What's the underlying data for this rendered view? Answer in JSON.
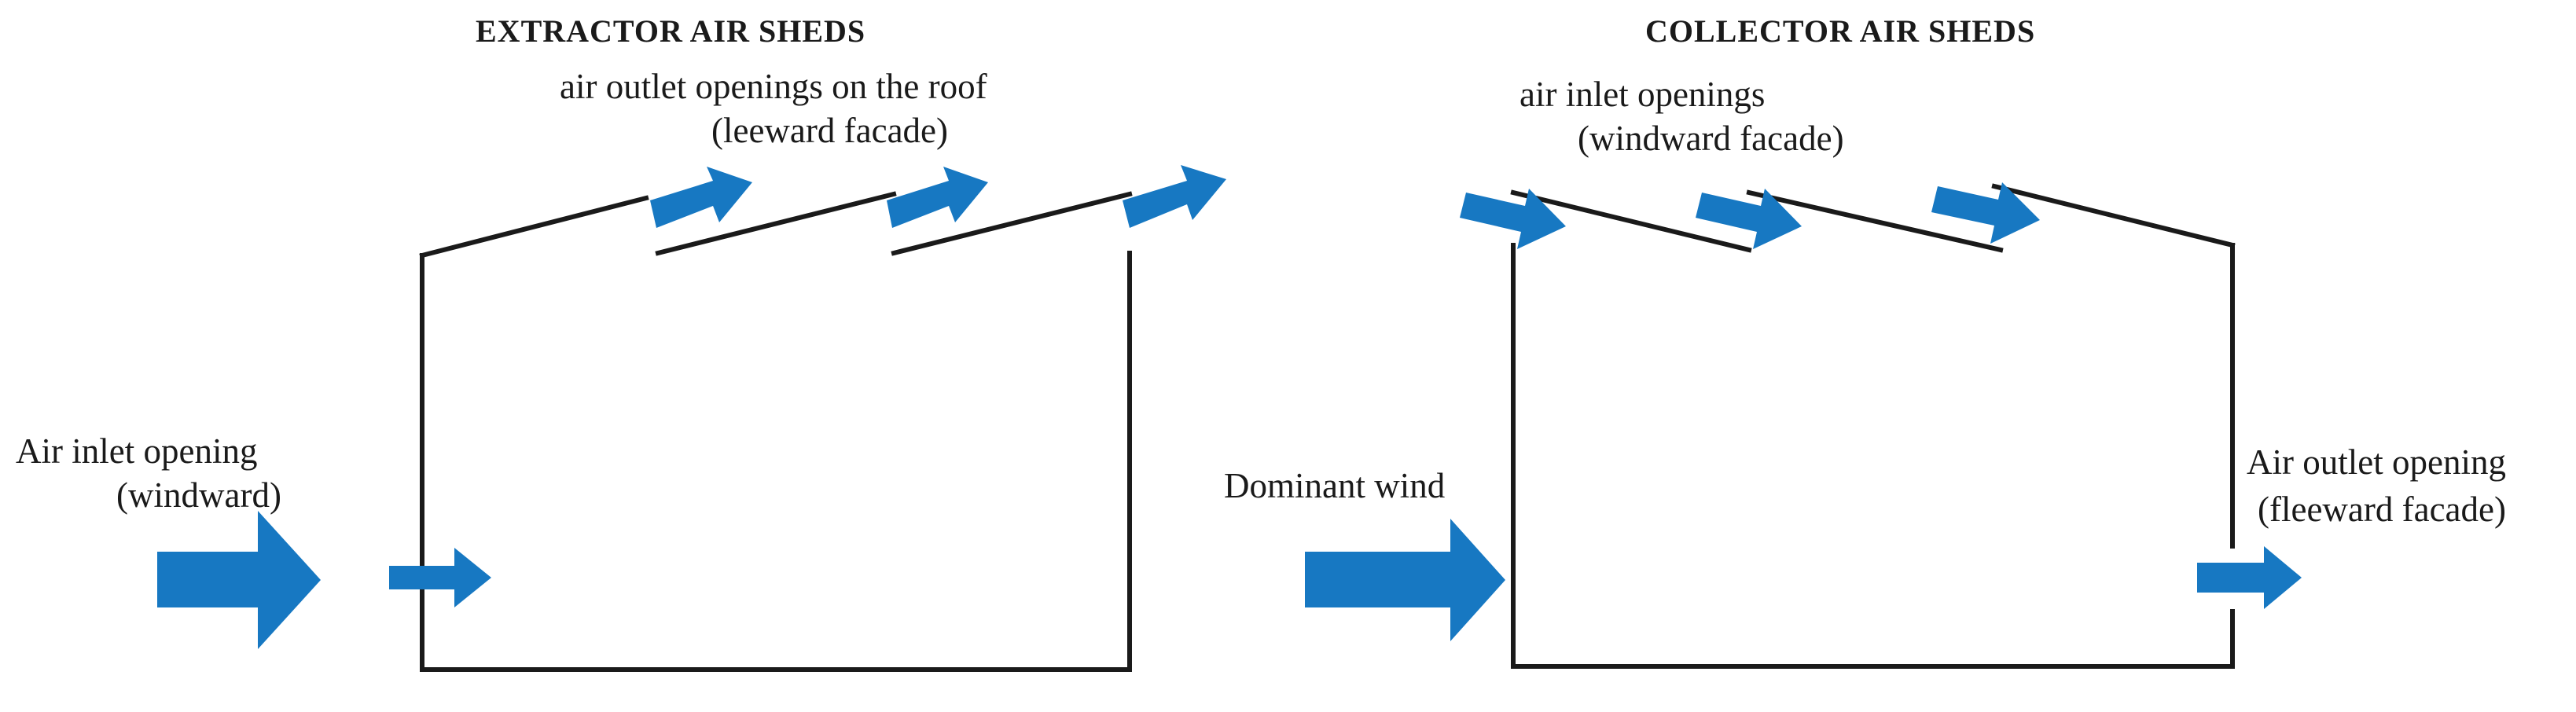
{
  "extractor": {
    "title": "EXTRACTOR AIR SHEDS",
    "roof_label_line1": "air outlet openings on the roof",
    "roof_label_line2": "(leeward facade)",
    "inlet_label_line1": "Air inlet opening",
    "inlet_label_line2": "(windward)"
  },
  "collector": {
    "title": "COLLECTOR AIR SHEDS",
    "roof_label_line1": "air inlet openings",
    "roof_label_line2": "(windward facade)",
    "wind_label": "Dominant wind",
    "outlet_label_line1": "Air outlet opening",
    "outlet_label_line2": "(fleeward facade)"
  },
  "colors": {
    "arrow": "#1778c2",
    "outline": "#1a1a1a"
  }
}
